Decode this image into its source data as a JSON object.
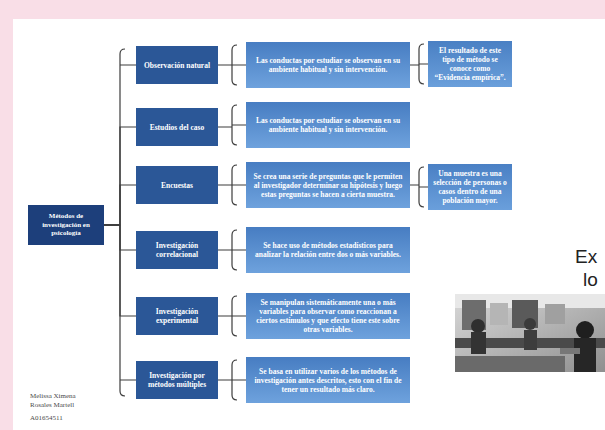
{
  "diagram": {
    "nodes": [
      {
        "text": [
          "Métodos de investigación en psicología"
        ]
      },
      {
        "text": [
          "Observación natural"
        ]
      },
      {
        "text": [
          "Las conductas por estudiar se observan en su ambiente habitual y sin intervención."
        ]
      },
      {
        "text": [
          "El resultado de este tipo de método se conoce como “Evidencia empírica”."
        ]
      },
      {
        "text": [
          "Estudios del caso"
        ]
      },
      {
        "text": [
          "Las conductas por estudiar se observan en su ambiente habitual y sin intervención."
        ]
      },
      {
        "text": [
          "Encuestas"
        ]
      },
      {
        "text": [
          "Se crea una serie de preguntas que le permiten al investigador determinar su hipótesis y luego estas preguntas se hacen a cierta muestra."
        ]
      },
      {
        "text": [
          "Una muestra es una selección de personas o casos dentro de una población mayor."
        ]
      },
      {
        "text": [
          "Investigación correlacional"
        ]
      },
      {
        "text": [
          "Se hace uso de métodos estadísticos para analizar la relación entre dos o más variables."
        ]
      },
      {
        "text": [
          "Investigación experimental"
        ]
      },
      {
        "text": [
          "Se manipulan sistemáticamente una o más variables para observar como reaccionan a ciertos estímulos y que efecto tiene este sobre otras variables."
        ]
      },
      {
        "text": [
          "Investigación por métodos múltiples"
        ]
      },
      {
        "text": [
          "Se basa en utilizar varios de los métodos de investigación antes descritos, esto con el fin de tener un resultado más claro."
        ]
      }
    ],
    "edges": [
      {
        "from": 0,
        "to": 1,
        "arrow": "none"
      },
      {
        "from": 0,
        "to": 4,
        "arrow": "none"
      },
      {
        "from": 0,
        "to": 6,
        "arrow": "none"
      },
      {
        "from": 0,
        "to": 9,
        "arrow": "none"
      },
      {
        "from": 0,
        "to": 11,
        "arrow": "none"
      },
      {
        "from": 0,
        "to": 13,
        "arrow": "none"
      },
      {
        "from": 1,
        "to": 2,
        "arrow": "none"
      },
      {
        "from": 2,
        "to": 3,
        "arrow": "none"
      },
      {
        "from": 4,
        "to": 5,
        "arrow": "none"
      },
      {
        "from": 6,
        "to": 7,
        "arrow": "none"
      },
      {
        "from": 7,
        "to": 8,
        "arrow": "none"
      },
      {
        "from": 9,
        "to": 10,
        "arrow": "none"
      },
      {
        "from": 11,
        "to": 12,
        "arrow": "none"
      },
      {
        "from": 13,
        "to": 14,
        "arrow": "none"
      }
    ],
    "labels": [
      "Melissa Ximena Rosales Martell",
      "A01654511",
      "Ex",
      "lo"
    ]
  }
}
